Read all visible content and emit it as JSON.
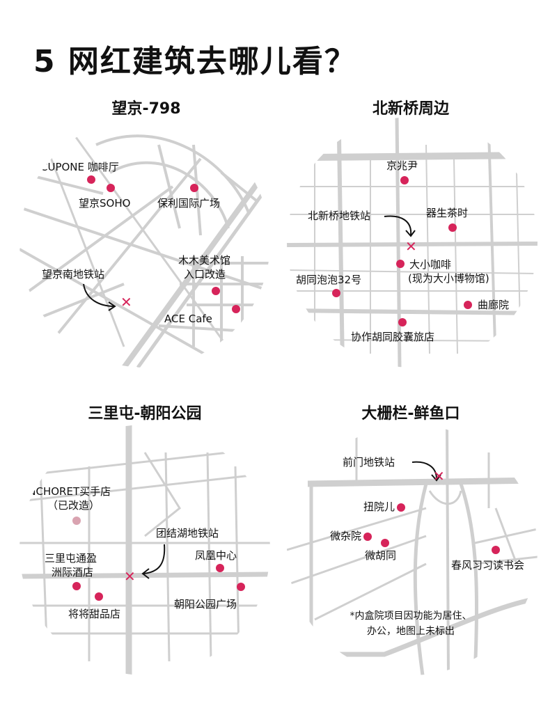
{
  "page": {
    "title": "5 网红建筑去哪儿看？",
    "marker_color": "#d6245a",
    "faded_marker_color": "#d9a3b0",
    "road_color": "#cfcfcf"
  },
  "panels": [
    {
      "title": "望京-798",
      "station": "望京南地铁站",
      "places": [
        {
          "name": "CUPONE 咖啡厅"
        },
        {
          "name": "望京SOHO"
        },
        {
          "name": "保利国际广场"
        },
        {
          "name": "木木美术馆",
          "name2": "入口改造"
        },
        {
          "name": "ACE Cafe"
        }
      ]
    },
    {
      "title": "北新桥周边",
      "station": "北新桥地铁站",
      "places": [
        {
          "name": "京兆尹"
        },
        {
          "name": "器生茶时"
        },
        {
          "name": "大小咖啡",
          "name2": "(现为大小博物馆)"
        },
        {
          "name": "胡同泡泡32号"
        },
        {
          "name": "曲廊院"
        },
        {
          "name": "协作胡同胶囊旅店"
        }
      ]
    },
    {
      "title": "三里屯-朝阳公园",
      "station": "团结湖地铁站",
      "places": [
        {
          "name": "ANCHORET买手店",
          "name2": "（已改造）",
          "faded": true
        },
        {
          "name": "三里屯通盈",
          "name2": "洲际酒店"
        },
        {
          "name": "将将甜品店"
        },
        {
          "name": "凤凰中心"
        },
        {
          "name": "朝阳公园广场"
        }
      ]
    },
    {
      "title": "大栅栏-鲜鱼口",
      "station": "前门地铁站",
      "places": [
        {
          "name": "扭院儿"
        },
        {
          "name": "微杂院"
        },
        {
          "name": "微胡同"
        },
        {
          "name": "春风习习读书会"
        }
      ],
      "note_line1": "*内盒院项目因功能为居住、",
      "note_line2": "办公，地图上未标出"
    }
  ]
}
